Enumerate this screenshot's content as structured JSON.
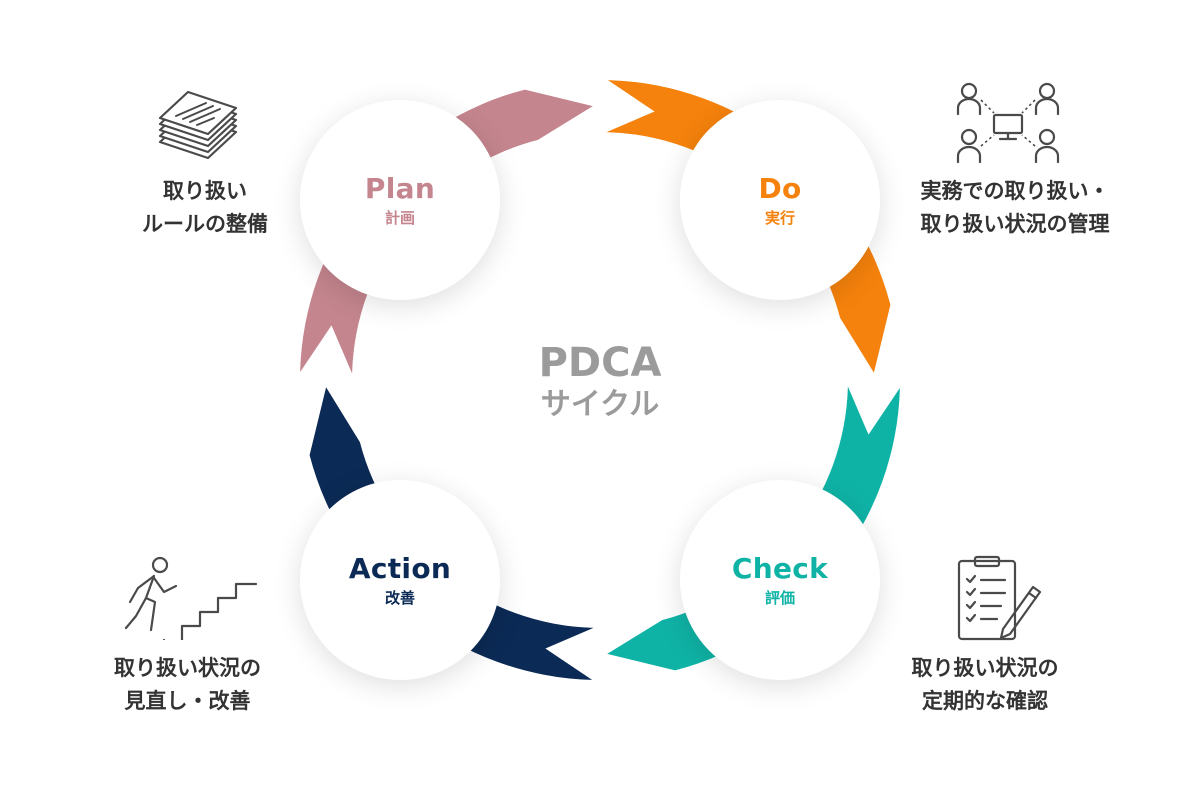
{
  "center": {
    "title": "PDCA",
    "subtitle": "サイクル"
  },
  "phases": [
    {
      "key": "plan",
      "en": "Plan",
      "jp": "計画",
      "color": "#c4858e",
      "desc": [
        "取り扱い",
        "ルールの整備"
      ],
      "icon": "document-stack-icon"
    },
    {
      "key": "do",
      "en": "Do",
      "jp": "実行",
      "color": "#f5820c",
      "desc": [
        "実務での取り扱い・",
        "取り扱い状況の管理"
      ],
      "icon": "people-network-icon"
    },
    {
      "key": "check",
      "en": "Check",
      "jp": "評価",
      "color": "#0fb3a6",
      "desc": [
        "取り扱い状況の",
        "定期的な確認"
      ],
      "icon": "clipboard-checklist-icon"
    },
    {
      "key": "action",
      "en": "Action",
      "jp": "改善",
      "color": "#0b2a55",
      "desc": [
        "取り扱い状況の",
        "見直し・改善"
      ],
      "icon": "person-climbing-stairs-icon"
    }
  ]
}
